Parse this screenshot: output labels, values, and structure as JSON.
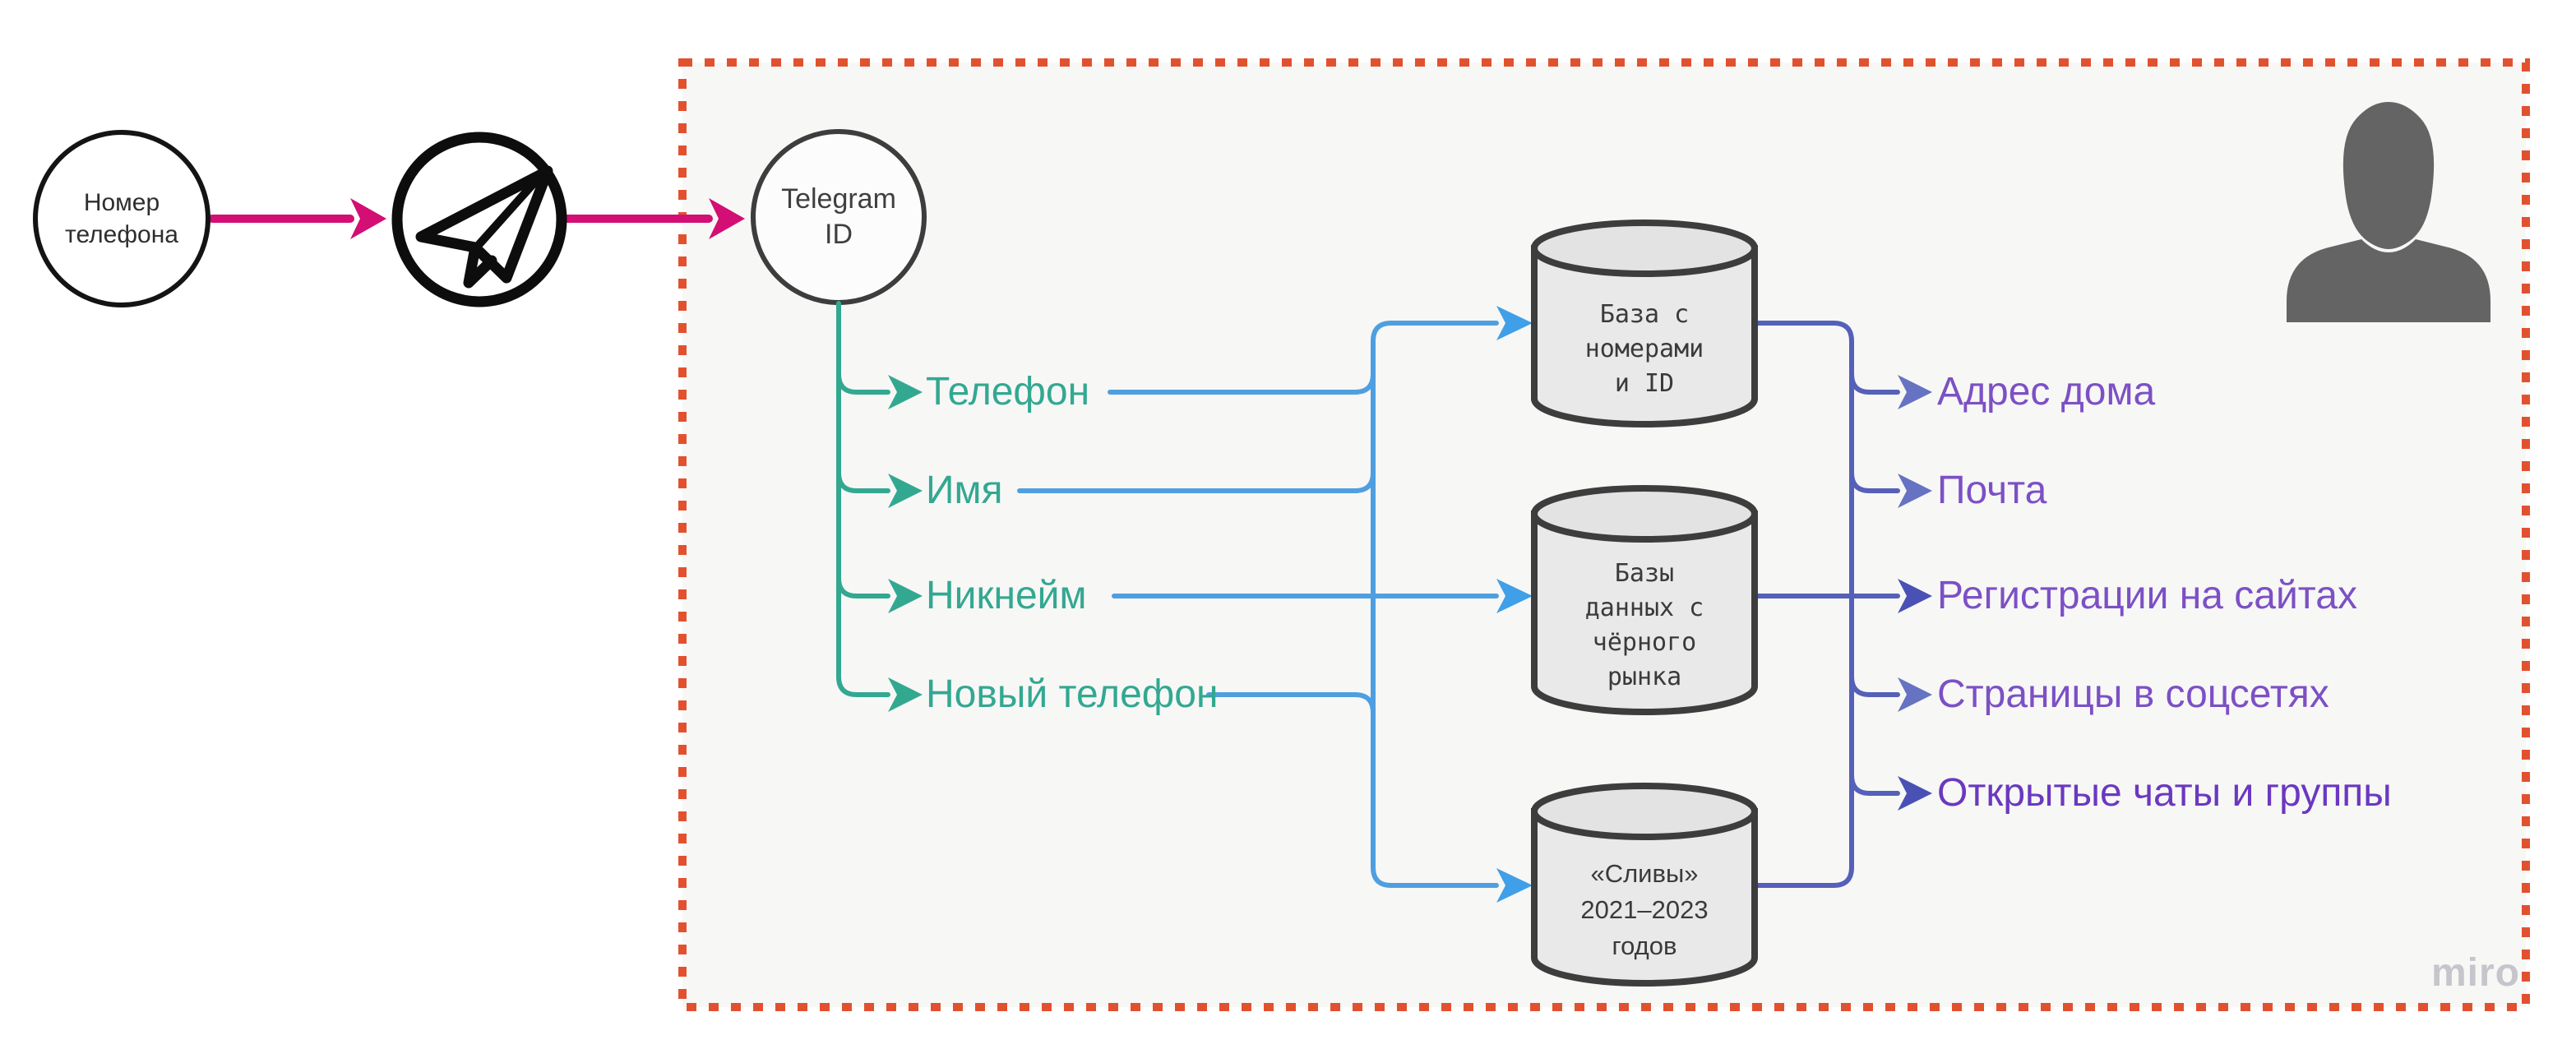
{
  "board": {
    "watermark": "miro",
    "frame_border_color": "#e2512f",
    "frame_background": "#f7f7f6"
  },
  "nodes": {
    "phone_number": {
      "label": "Номер\nтелефона"
    },
    "telegram": {
      "icon": "telegram-paper-plane-icon"
    },
    "telegram_id": {
      "label": "Telegram\nID"
    },
    "person": {
      "icon": "person-silhouette-icon"
    }
  },
  "inputs": [
    {
      "label": "Телефон"
    },
    {
      "label": "Имя"
    },
    {
      "label": "Никнейм"
    },
    {
      "label": "Новый телефон"
    }
  ],
  "databases": [
    {
      "label": "База с\nномерами\nи ID"
    },
    {
      "label": "Базы\nданных с\nчёрного\nрынка"
    },
    {
      "label": "«Сливы»\n2021–2023\nгодов"
    }
  ],
  "outputs": [
    {
      "label": "Адрес дома",
      "color": "#7c50c5"
    },
    {
      "label": "Почта",
      "color": "#7c50c5"
    },
    {
      "label": "Регистрации на сайтах",
      "color": "#7c50c5"
    },
    {
      "label": "Страницы в соцсетях",
      "color": "#7c50c5"
    },
    {
      "label": "Открытые чаты и группы",
      "color": "#6b38c0"
    }
  ],
  "colors": {
    "accent_pink": "#d30e74",
    "teal": "#33a891",
    "light_blue": "#4f9fe0",
    "light_blue_arrow": "#3f9fe8",
    "indigo": "#5560b8",
    "indigo_arrow_light": "#6672c2",
    "indigo_arrow_dark": "#4a51b5",
    "purple": "#7c50c5",
    "purple_dark": "#6b38c0",
    "frame_border": "#e2512f",
    "frame_background": "#f7f7f6",
    "cylinder_fill": "#e9e9e9",
    "cylinder_top_fill": "#e3e3e3",
    "outline_dark": "#3d3d3d",
    "node_outline_black": "#141414",
    "person_gray": "#646464",
    "watermark_gray": "#c5c5cb"
  }
}
